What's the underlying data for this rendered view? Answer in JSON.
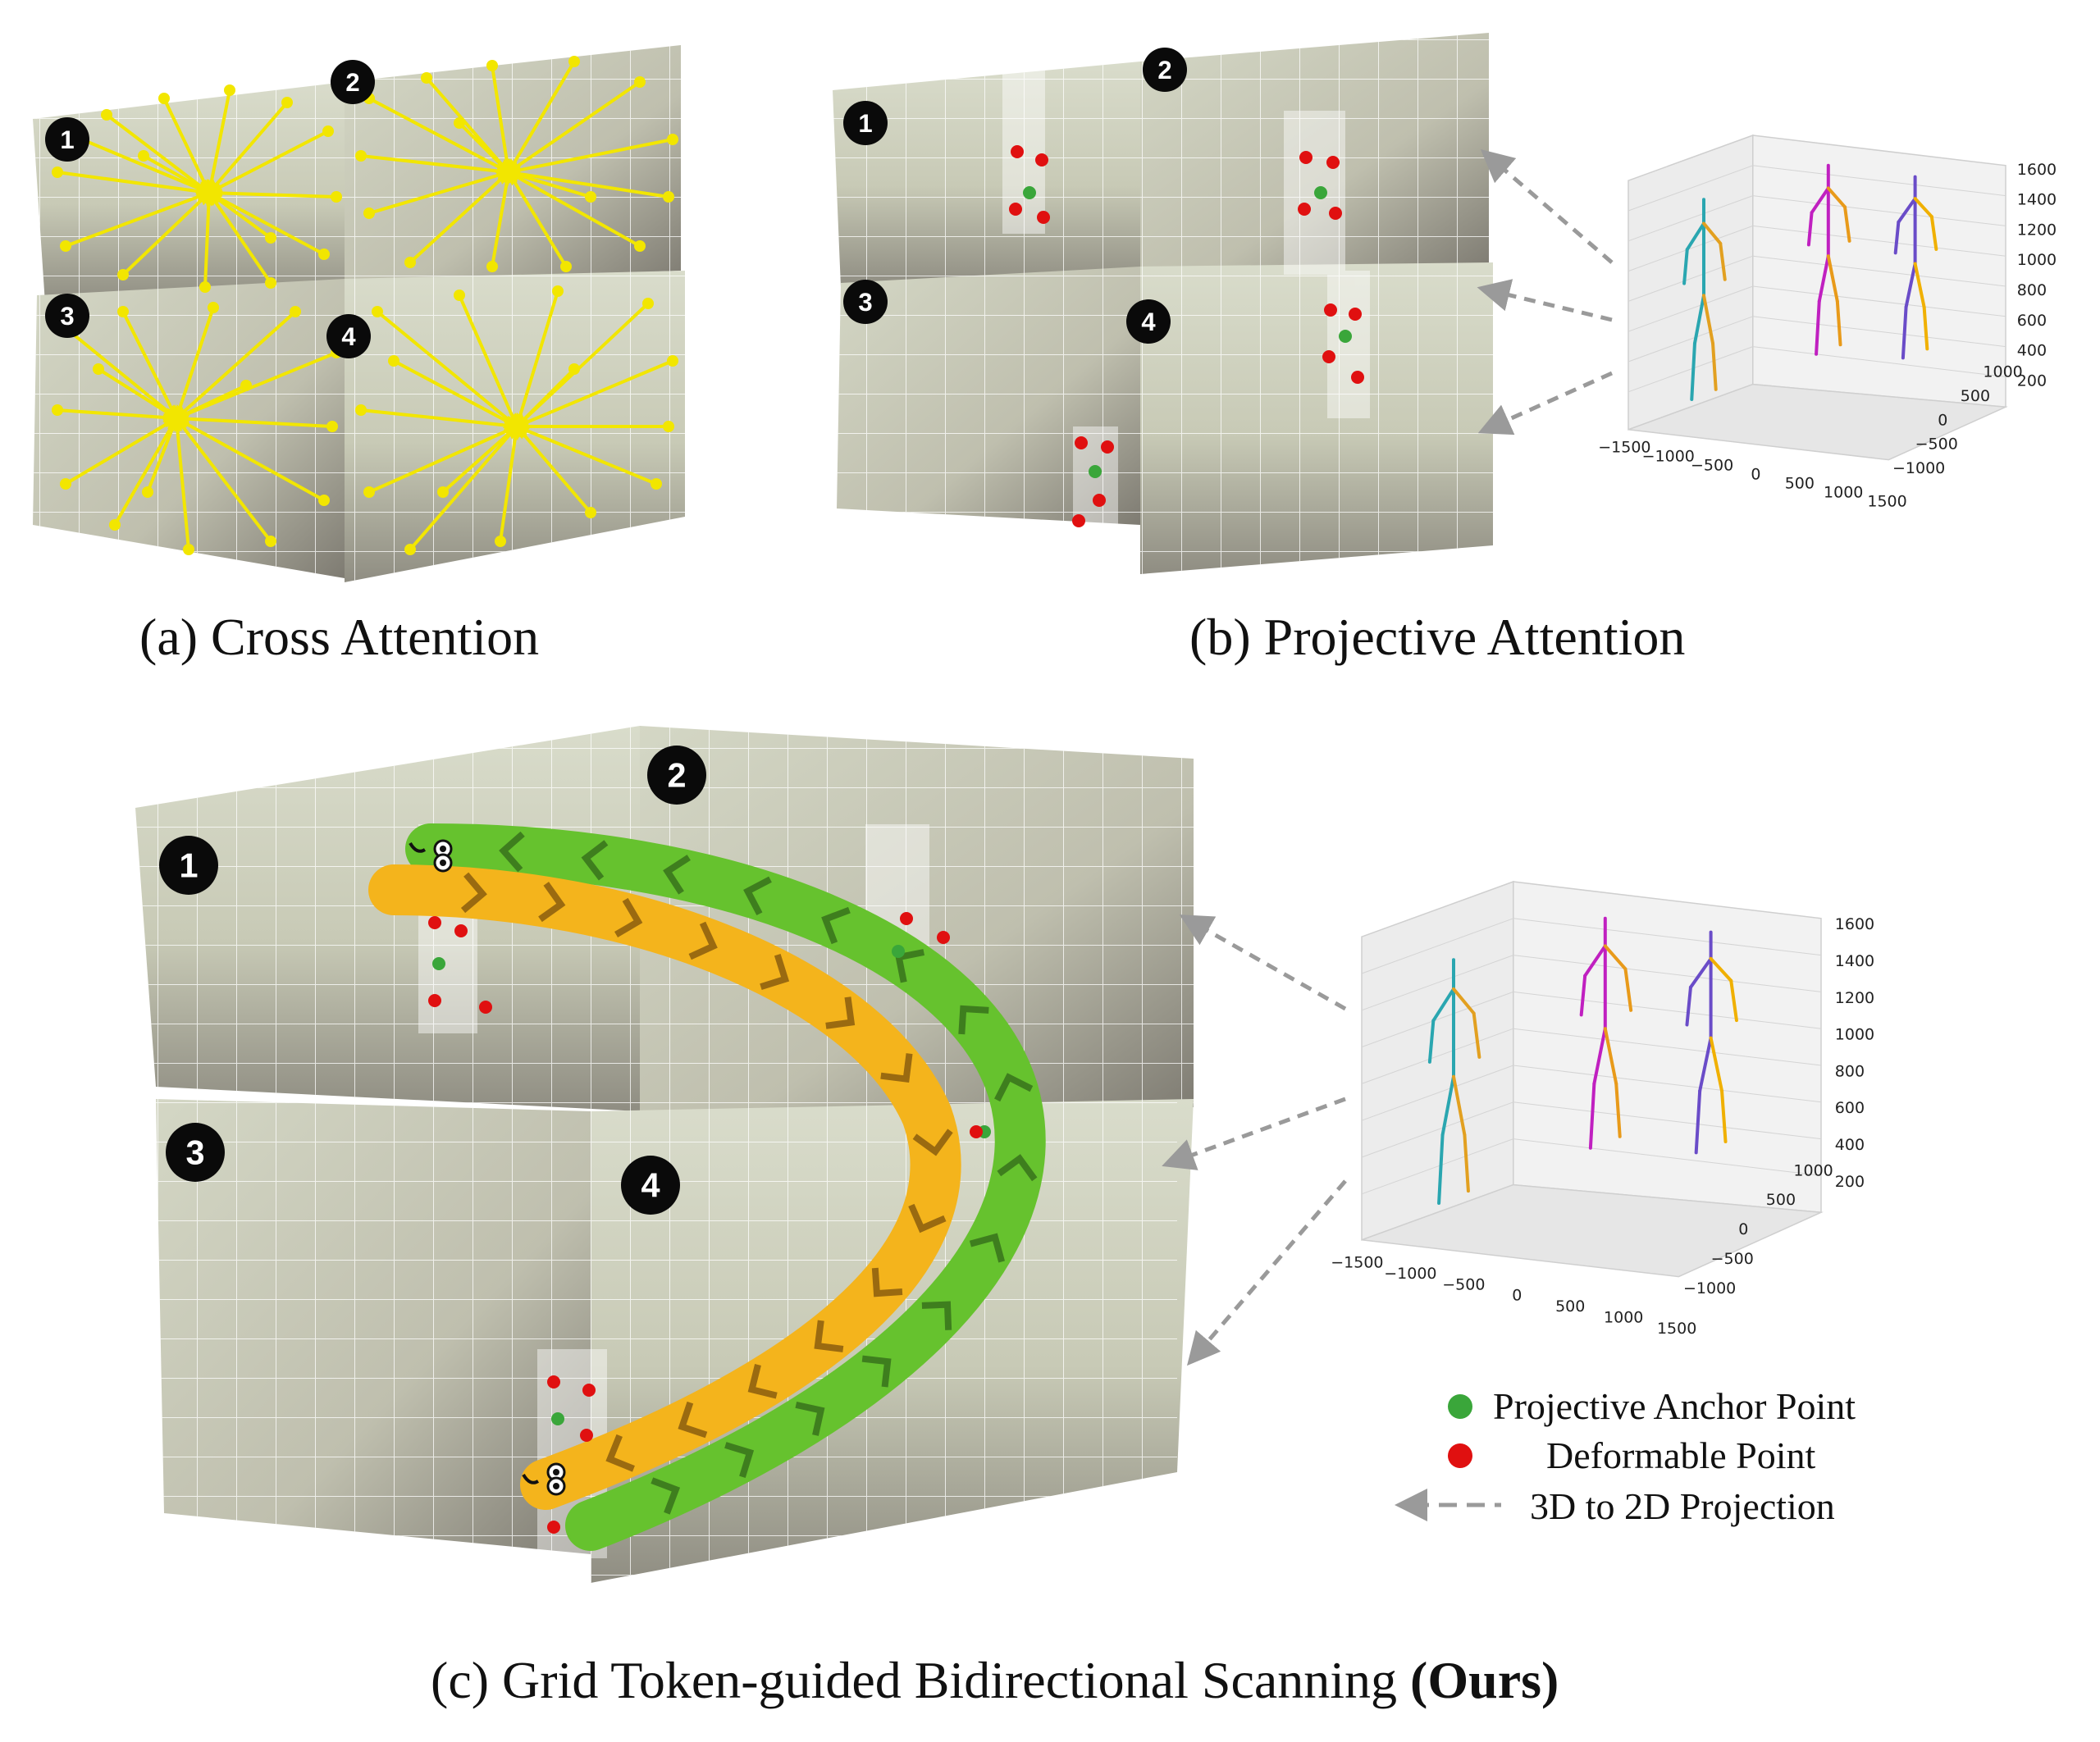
{
  "captions": {
    "a": "(a) Cross Attention",
    "b": "(b) Projective Attention",
    "c_prefix": "(c) Grid Token-guided Bidirectional Scanning ",
    "c_bold": "(Ours)"
  },
  "view_labels": [
    "1",
    "2",
    "3",
    "4"
  ],
  "legend": {
    "anchor": "Projective Anchor Point",
    "deformable": "Deformable Point",
    "projection": "3D to 2D Projection"
  },
  "colors": {
    "anchor": "#3aa63a",
    "deformable": "#e01010",
    "projection": "#9a9a9a",
    "attention": "#f2e600",
    "scan_green": "#66c22e",
    "scan_orange": "#f4b41c"
  },
  "plot3d": {
    "z_ticks": [
      "1600",
      "1400",
      "1200",
      "1000",
      "800",
      "600",
      "400",
      "200"
    ],
    "x_ticks": [
      "−1500",
      "−1000",
      "−500",
      "0",
      "500",
      "1000",
      "1500"
    ],
    "y_ticks": [
      "1000",
      "500",
      "0",
      "−500",
      "−1000"
    ],
    "skeleton_colors": [
      "#2aa6b0",
      "#e2a020",
      "#c020c0",
      "#e89a1a",
      "#6a4cc8",
      "#f0b000"
    ]
  }
}
